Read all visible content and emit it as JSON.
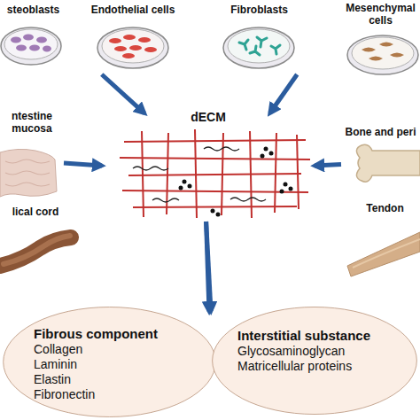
{
  "diagram": {
    "nodes": [
      {
        "text": [
          "steoblasts"
        ]
      },
      {
        "text": [
          "Endothelial cells"
        ]
      },
      {
        "text": [
          "Fibroblasts"
        ]
      },
      {
        "text": [
          "Mesenchymal cells"
        ]
      },
      {
        "text": [
          "ntestine mucosa"
        ]
      },
      {
        "text": [
          "dECM"
        ]
      },
      {
        "text": [
          "Bone and peri"
        ]
      },
      {
        "text": [
          "lical cord"
        ]
      },
      {
        "text": [
          "Tendon"
        ]
      },
      {
        "text": [
          "Fibrous component",
          "Collagen",
          "Laminin",
          "Elastin",
          "Fibronectin"
        ]
      },
      {
        "text": [
          "Interstitial substance",
          "Glycosaminoglycan",
          "Matricellular proteins"
        ]
      }
    ],
    "edges": [
      {
        "from": 1,
        "to": 5,
        "arrow": "to"
      },
      {
        "from": 2,
        "to": 5,
        "arrow": "to"
      },
      {
        "from": 4,
        "to": 5,
        "arrow": "to"
      },
      {
        "from": 6,
        "to": 5,
        "arrow": "to"
      },
      {
        "from": 5,
        "to": 9,
        "arrow": "to"
      },
      {
        "from": 5,
        "to": 10,
        "arrow": "to"
      }
    ]
  }
}
